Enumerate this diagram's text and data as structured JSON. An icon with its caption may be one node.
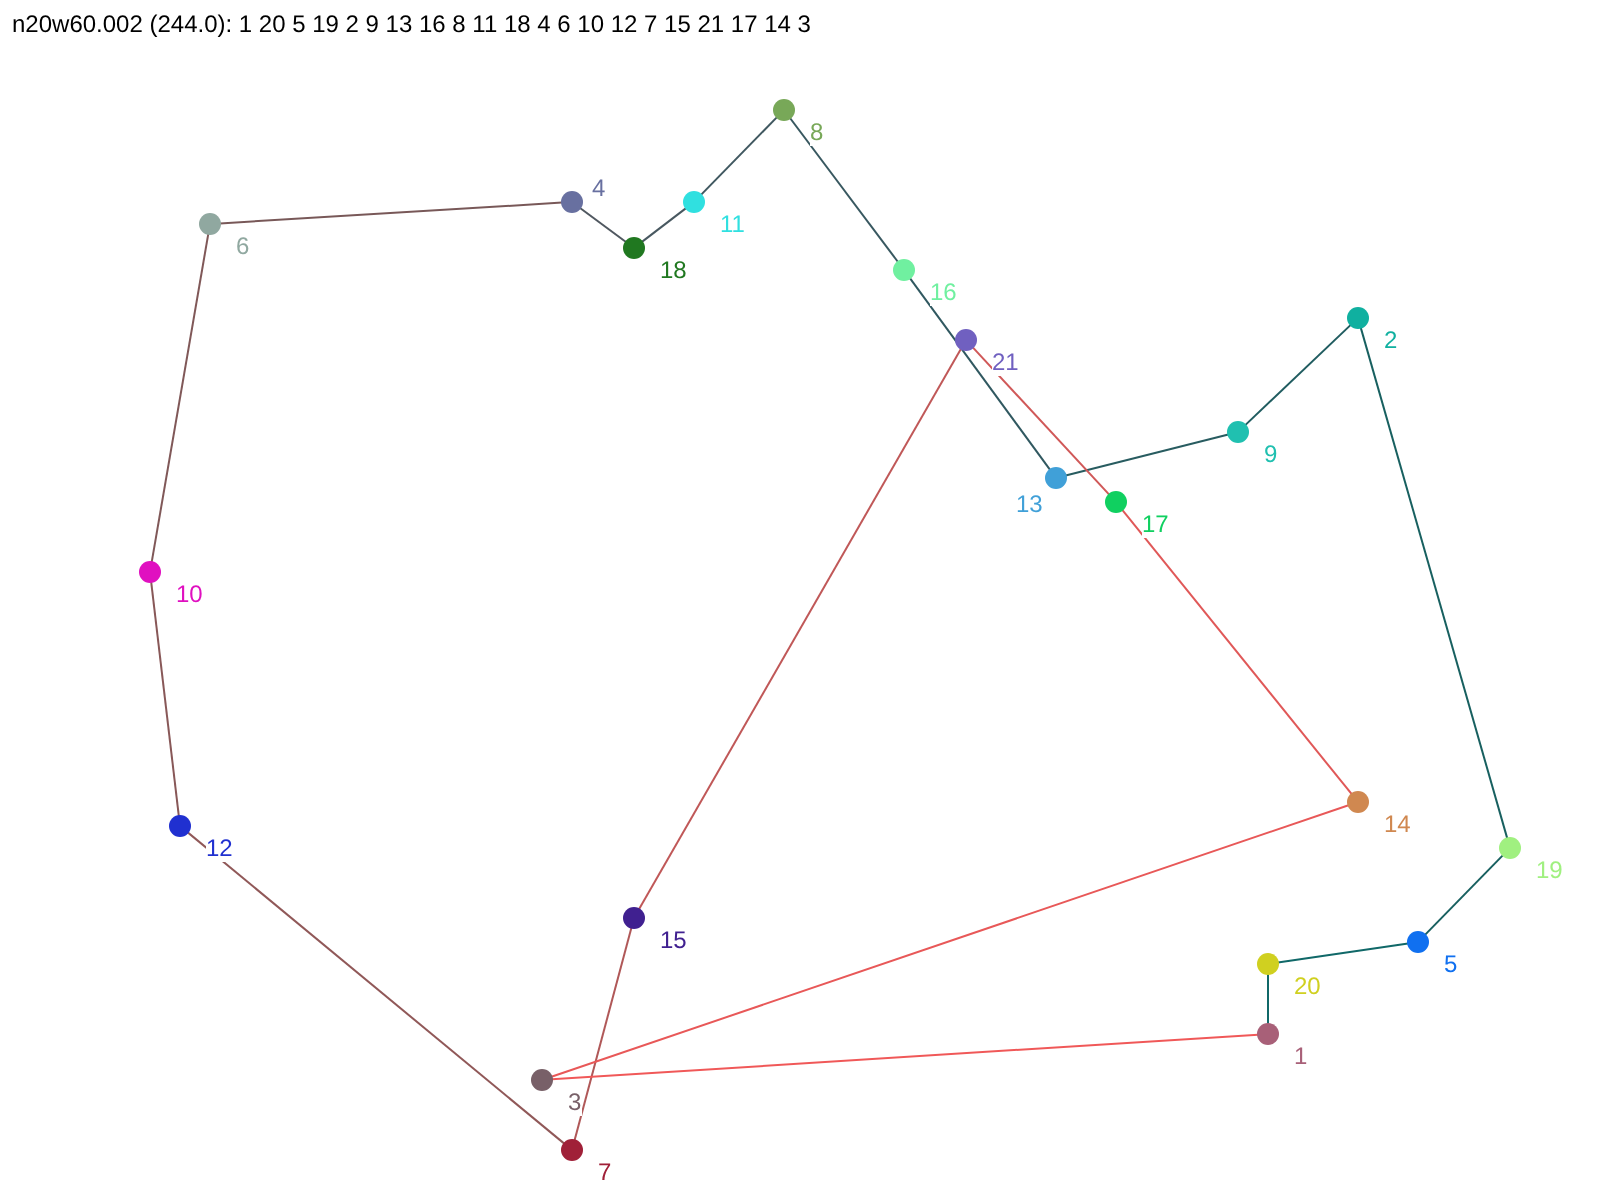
{
  "diagram": {
    "title": "n20w60.002 (244.0): 1 20 5 19 2 9 13 16 8 11 18 4 6 10 12 7 15 21 17 14 3",
    "nodes": [
      {
        "text": [],
        "shape": "circle",
        "beside": [
          "1"
        ]
      },
      {
        "text": [],
        "shape": "circle",
        "beside": [
          "2"
        ]
      },
      {
        "text": [],
        "shape": "circle",
        "beside": [
          "3"
        ]
      },
      {
        "text": [],
        "shape": "circle",
        "beside": [
          "4"
        ]
      },
      {
        "text": [],
        "shape": "circle",
        "beside": [
          "5"
        ]
      },
      {
        "text": [],
        "shape": "circle",
        "beside": [
          "6"
        ]
      },
      {
        "text": [],
        "shape": "circle",
        "beside": [
          "7"
        ]
      },
      {
        "text": [],
        "shape": "circle",
        "beside": [
          "8"
        ]
      },
      {
        "text": [],
        "shape": "circle",
        "beside": [
          "9"
        ]
      },
      {
        "text": [],
        "shape": "circle",
        "beside": [
          "10"
        ]
      },
      {
        "text": [],
        "shape": "circle",
        "beside": [
          "11"
        ]
      },
      {
        "text": [],
        "shape": "circle",
        "beside": [
          "12"
        ]
      },
      {
        "text": [],
        "shape": "circle",
        "beside": [
          "13"
        ]
      },
      {
        "text": [],
        "shape": "circle",
        "beside": [
          "14"
        ]
      },
      {
        "text": [],
        "shape": "circle",
        "beside": [
          "15"
        ]
      },
      {
        "text": [],
        "shape": "circle",
        "beside": [
          "16"
        ]
      },
      {
        "text": [],
        "shape": "circle",
        "beside": [
          "17"
        ]
      },
      {
        "text": [],
        "shape": "circle",
        "beside": [
          "18"
        ]
      },
      {
        "text": [],
        "shape": "circle",
        "beside": [
          "19"
        ]
      },
      {
        "text": [],
        "shape": "circle",
        "beside": [
          "20"
        ]
      },
      {
        "text": [],
        "shape": "circle",
        "beside": [
          "21"
        ]
      }
    ],
    "edges": [
      {
        "from": 0,
        "to": 19,
        "arrow": "none",
        "color": "#106868"
      },
      {
        "from": 19,
        "to": 4,
        "arrow": "none",
        "color": "#106868"
      },
      {
        "from": 4,
        "to": 18,
        "arrow": "none",
        "color": "#186060"
      },
      {
        "from": 18,
        "to": 1,
        "arrow": "none",
        "color": "#186060"
      },
      {
        "from": 1,
        "to": 8,
        "arrow": "none",
        "color": "#205c60"
      },
      {
        "from": 8,
        "to": 12,
        "arrow": "none",
        "color": "#285c60"
      },
      {
        "from": 12,
        "to": 15,
        "arrow": "none",
        "color": "#305860"
      },
      {
        "from": 15,
        "to": 7,
        "arrow": "none",
        "color": "#385860"
      },
      {
        "from": 7,
        "to": 10,
        "arrow": "none",
        "color": "#405860"
      },
      {
        "from": 10,
        "to": 17,
        "arrow": "none",
        "color": "#485860"
      },
      {
        "from": 17,
        "to": 3,
        "arrow": "none",
        "color": "#505860"
      },
      {
        "from": 3,
        "to": 5,
        "arrow": "none",
        "color": "#785858"
      },
      {
        "from": 5,
        "to": 9,
        "arrow": "none",
        "color": "#805858"
      },
      {
        "from": 9,
        "to": 11,
        "arrow": "none",
        "color": "#885858"
      },
      {
        "from": 11,
        "to": 6,
        "arrow": "none",
        "color": "#905858"
      },
      {
        "from": 6,
        "to": 14,
        "arrow": "none",
        "color": "#b05858"
      },
      {
        "from": 14,
        "to": 20,
        "arrow": "none",
        "color": "#c05858"
      },
      {
        "from": 20,
        "to": 16,
        "arrow": "none",
        "color": "#d05858"
      },
      {
        "from": 16,
        "to": 13,
        "arrow": "none",
        "color": "#e05858"
      },
      {
        "from": 13,
        "to": 2,
        "arrow": "none",
        "color": "#e85858"
      },
      {
        "from": 2,
        "to": 0,
        "arrow": "none",
        "color": "#f05858"
      }
    ]
  }
}
